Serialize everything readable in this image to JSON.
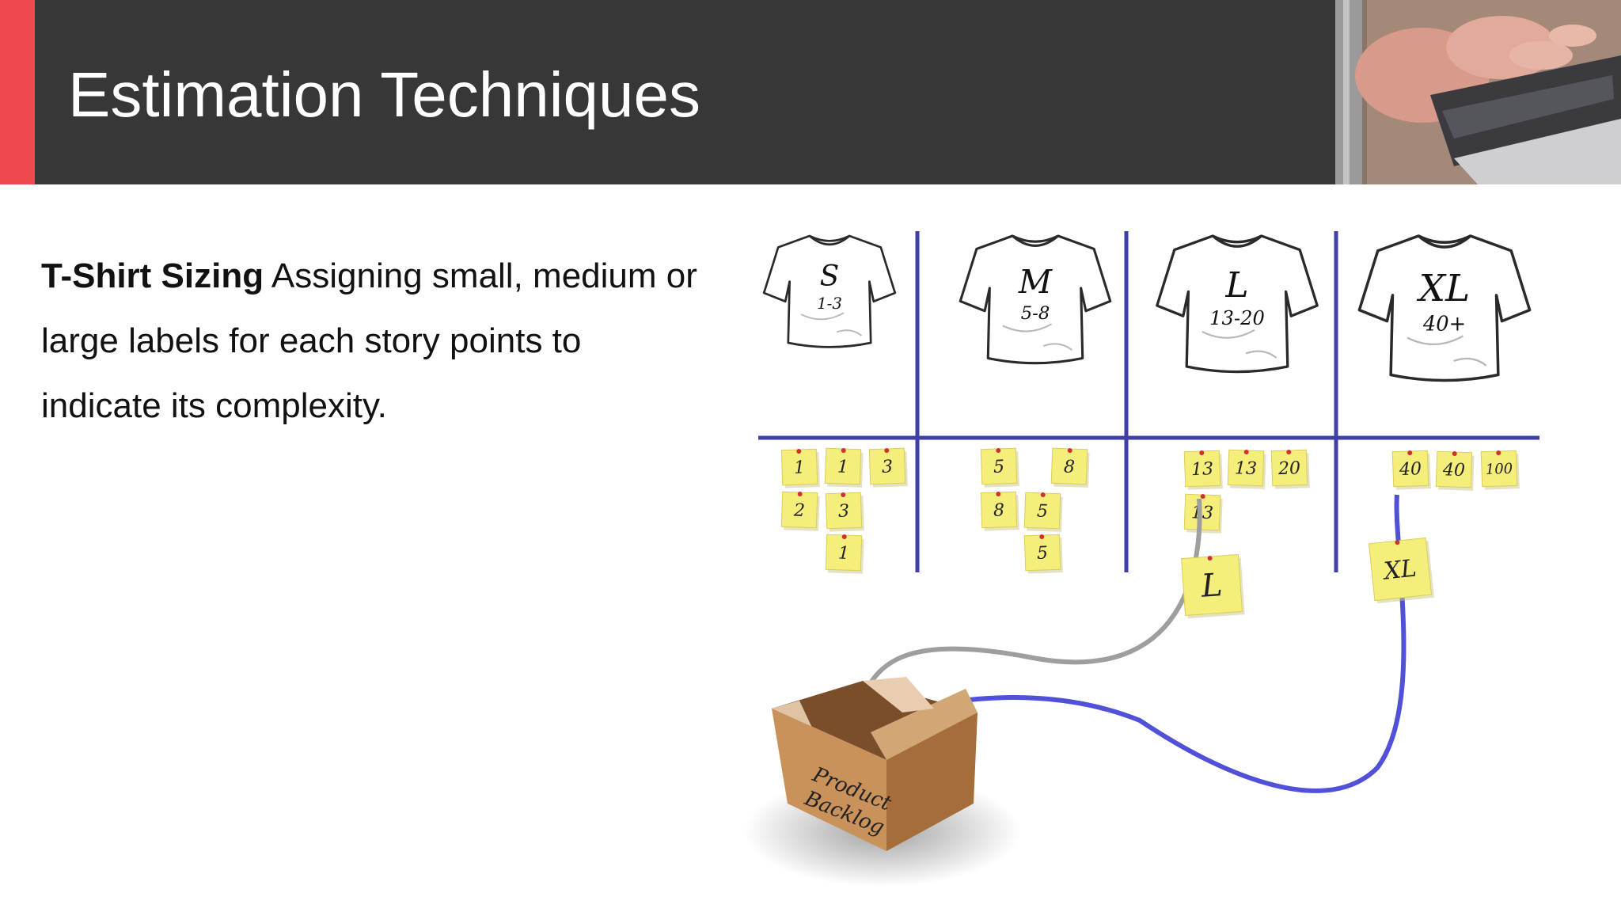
{
  "slide": {
    "title": "Estimation Techniques",
    "body": {
      "term": "T-Shirt Sizing",
      "text": "Assigning small, medium or large labels for each story points to indicate its complexity."
    }
  },
  "colors": {
    "header_bg": "#373737",
    "accent": "#ef4950",
    "divider": "#3f3fa8",
    "sticky_note": "#f6ee7a",
    "box": "#c8925a"
  },
  "diagram": {
    "shirts": [
      {
        "size": "S",
        "range": "1-3"
      },
      {
        "size": "M",
        "range": "5-8"
      },
      {
        "size": "L",
        "range": "13-20"
      },
      {
        "size": "XL",
        "range": "40+"
      }
    ],
    "notes": {
      "s": [
        "1",
        "1",
        "3",
        "2",
        "3",
        "1"
      ],
      "m": [
        "5",
        "8",
        "8",
        "5",
        "5"
      ],
      "l": [
        "13",
        "13",
        "20",
        "13"
      ],
      "xl": [
        "40",
        "40",
        "100"
      ]
    },
    "tags": {
      "l": "L",
      "xl": "XL"
    },
    "box": {
      "line1": "Product",
      "line2": "Backlog"
    },
    "photo_icon": "laptop-typing-photo"
  }
}
